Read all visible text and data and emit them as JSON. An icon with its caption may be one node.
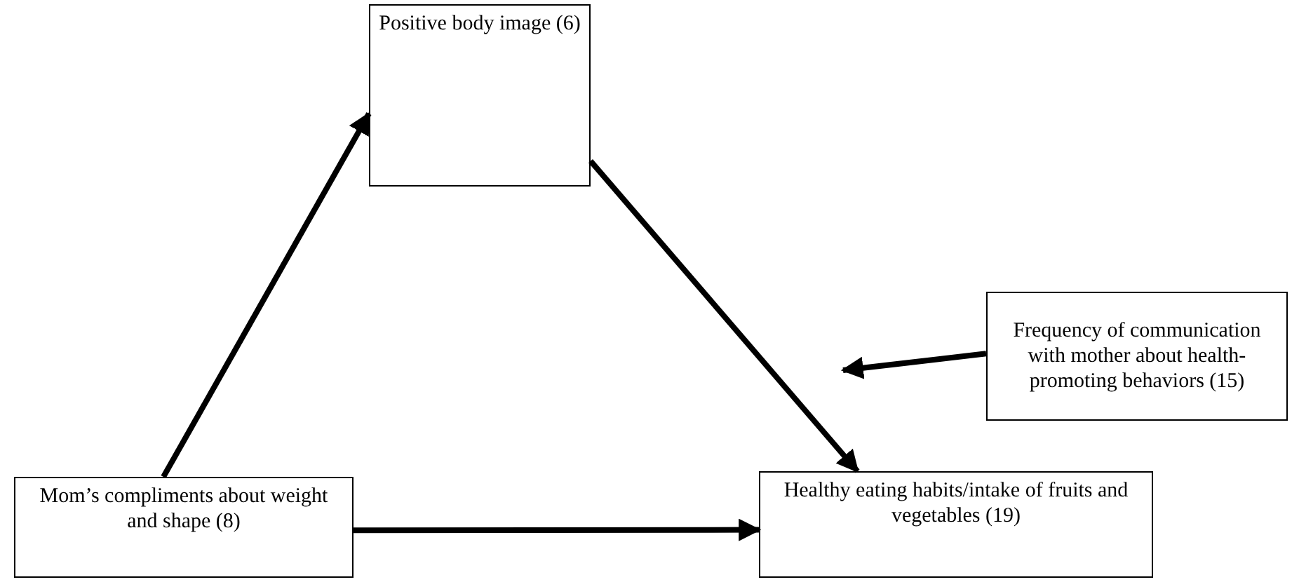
{
  "diagram": {
    "nodes": [
      {
        "text": [
          "Positive body image (6)"
        ]
      },
      {
        "text": [
          "Frequency of communication with mother about health-promoting behaviors (15)"
        ]
      },
      {
        "text": [
          "Mom’s compliments about weight and shape (8)"
        ]
      },
      {
        "text": [
          "Healthy eating habits/intake of fruits and vegetables (19)"
        ]
      }
    ],
    "edges": [
      {
        "from": 2,
        "to": 0,
        "arrow": "to"
      },
      {
        "from": 0,
        "to": 3,
        "arrow": "to"
      },
      {
        "from": 2,
        "to": 3,
        "arrow": "to"
      },
      {
        "from": 1,
        "to": null,
        "arrow": "to"
      }
    ]
  }
}
